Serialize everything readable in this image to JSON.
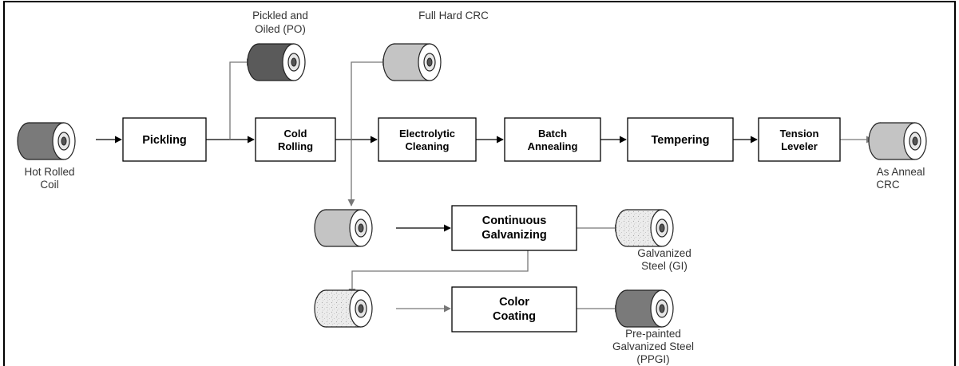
{
  "nodes": {
    "pickling": {
      "lines": [
        "Pickling"
      ]
    },
    "cold_rolling": {
      "lines": [
        "Cold",
        "Rolling"
      ]
    },
    "electrolytic_cleaning": {
      "lines": [
        "Electrolytic",
        "Cleaning"
      ]
    },
    "batch_annealing": {
      "lines": [
        "Batch",
        "Annealing"
      ]
    },
    "tempering": {
      "lines": [
        "Tempering"
      ]
    },
    "tension_leveler": {
      "lines": [
        "Tension",
        "Leveler"
      ]
    },
    "continuous_galvanizing": {
      "lines": [
        "Continuous",
        "Galvanizing"
      ]
    },
    "color_coating": {
      "lines": [
        "Color",
        "Coating"
      ]
    }
  },
  "products": {
    "hot_rolled_coil": {
      "lines": [
        "Hot Rolled",
        "Coil"
      ],
      "shade": "dark"
    },
    "pickled_oiled": {
      "lines": [
        "Pickled and",
        "Oiled (PO)"
      ],
      "shade": "darker"
    },
    "full_hard_crc": {
      "lines": [
        "Full Hard CRC"
      ],
      "shade": "light"
    },
    "as_anneal_crc": {
      "lines": [
        "As Anneal",
        "CRC"
      ],
      "shade": "light"
    },
    "galvanized_steel": {
      "lines": [
        "Galvanized",
        "Steel (GI)"
      ],
      "shade": "speckled"
    },
    "ppgi": {
      "lines": [
        "Pre-painted",
        "Galvanized Steel",
        "(PPGI)"
      ],
      "shade": "dark"
    },
    "cold_rolled_input": {
      "lines": [],
      "shade": "light"
    },
    "galvanized_input": {
      "lines": [],
      "shade": "speckled"
    }
  },
  "colors": {
    "dark_coil": "#7a7a7a",
    "darker_coil": "#5a5a5a",
    "light_coil": "#c4c4c4",
    "speckled_coil": "#e9e9e9",
    "black_arrow": "#000000",
    "gray_arrow": "#777777"
  }
}
